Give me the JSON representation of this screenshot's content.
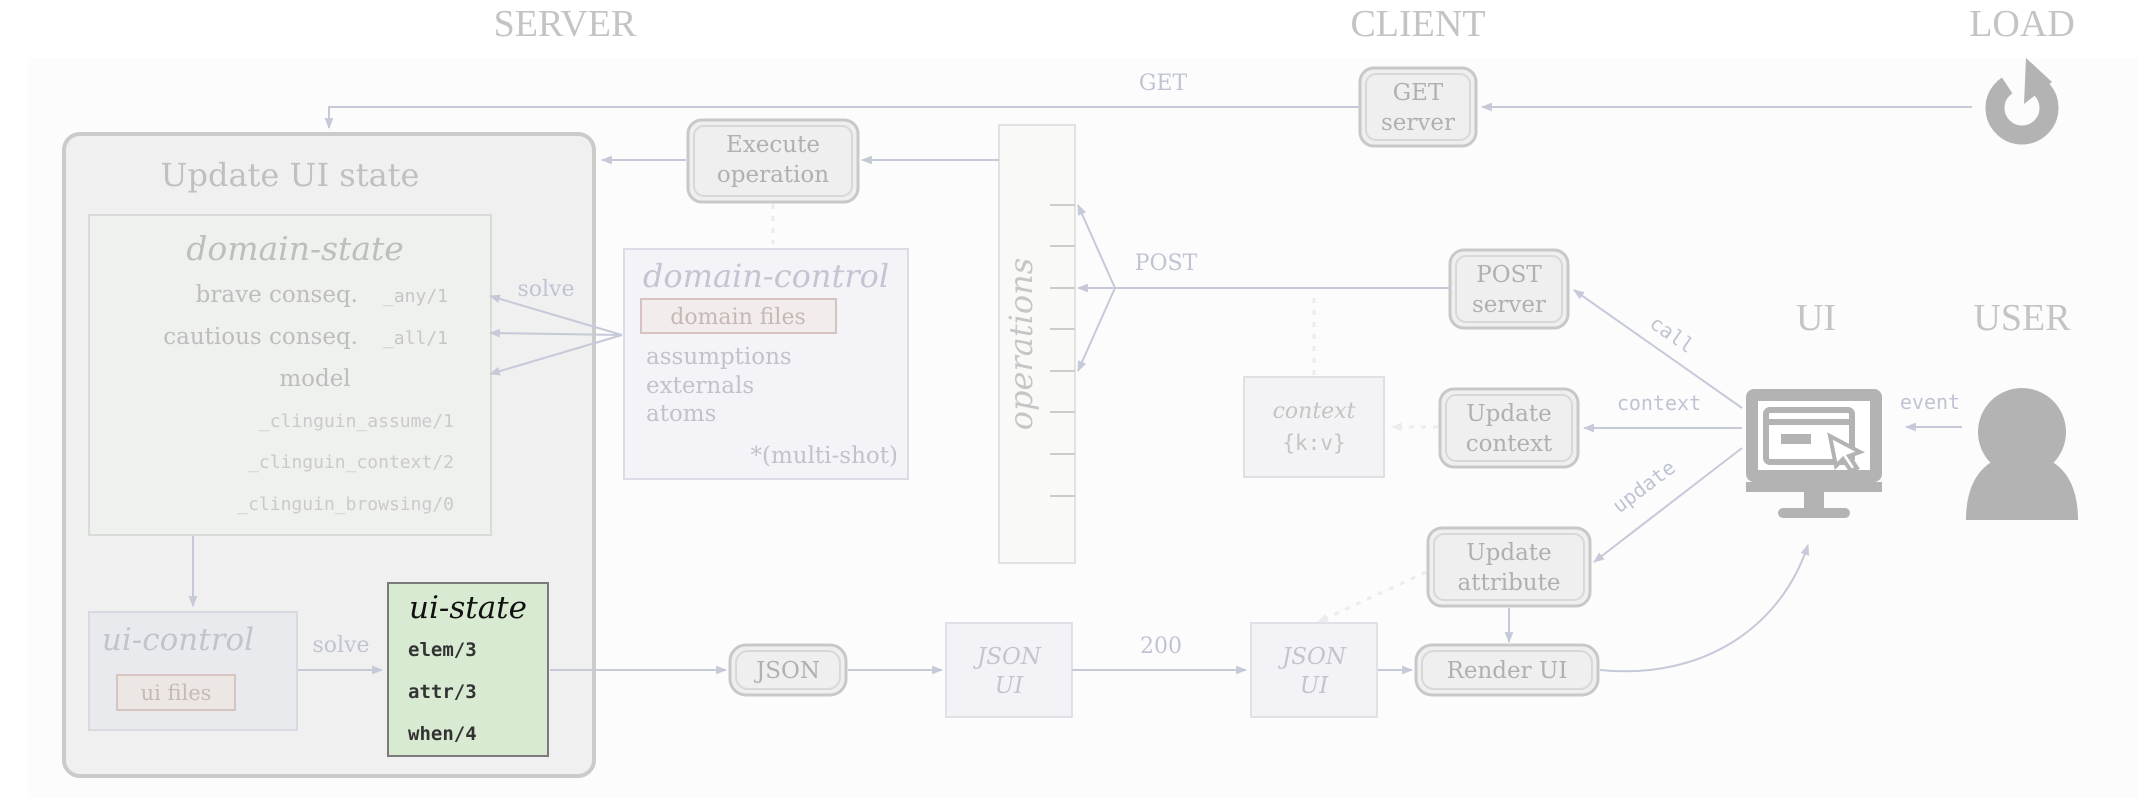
{
  "lanes": {
    "server": "SERVER",
    "client": "CLIENT",
    "load": "LOAD",
    "ui": "UI",
    "user": "USER"
  },
  "update_ui_state": {
    "title": "Update UI state",
    "domain_state": {
      "title": "domain-state",
      "rows": [
        {
          "label": "brave conseq.",
          "pred": "_any/1"
        },
        {
          "label": "cautious conseq.",
          "pred": "_all/1"
        },
        {
          "label": "model",
          "pred": ""
        }
      ],
      "preds": [
        "_clinguin_assume/1",
        "_clinguin_context/2",
        "_clinguin_browsing/0"
      ]
    },
    "ui_control": {
      "title": "ui-control",
      "files": "ui files"
    },
    "ui_state": {
      "title": "ui-state",
      "preds": [
        "elem/3",
        "attr/3",
        "when/4"
      ]
    }
  },
  "domain_control": {
    "title": "domain-control",
    "files": "domain files",
    "items": [
      "assumptions",
      "externals",
      "atoms"
    ],
    "note": "*(multi-shot)"
  },
  "nodes": {
    "execute": [
      "Execute",
      "operation"
    ],
    "get_server": [
      "GET",
      "server"
    ],
    "post_server": [
      "POST",
      "server"
    ],
    "update_context": [
      "Update",
      "context"
    ],
    "update_attribute": [
      "Update",
      "attribute"
    ],
    "render_ui": "Render UI",
    "json": "JSON",
    "json_ui_1": [
      "JSON",
      "UI"
    ],
    "json_ui_2": [
      "JSON",
      "UI"
    ],
    "operations": "operations",
    "context": {
      "title": "context",
      "value": "{k:v}"
    }
  },
  "edges": {
    "get": "GET",
    "post": "POST",
    "solve_1": "solve",
    "solve_2": "solve",
    "call": "call",
    "context": "context",
    "update": "update",
    "event": "event",
    "status_200": "200"
  },
  "icons": {
    "reload": "reload-icon",
    "monitor": "monitor-icon",
    "user": "user-icon"
  },
  "colors": {
    "ui_state_fill": "#d9ead3",
    "ui_state_stroke": "#7a7a7a",
    "edge": "#c6cad8",
    "icon": "#b3b3b3"
  }
}
